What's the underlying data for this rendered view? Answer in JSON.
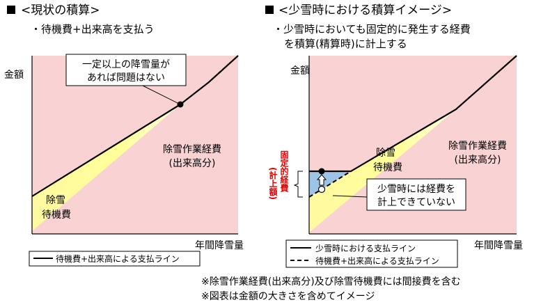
{
  "left": {
    "heading": "<現状の積算>",
    "subheading": "・待機費+出来高を支払う",
    "y_label": "金額",
    "x_label": "年間降雪量",
    "callout": [
      "一定以上の降雪量が",
      "あれば問題はない"
    ],
    "region_yellow": [
      "除雪",
      "待機費"
    ],
    "region_pink": [
      "除雪作業経費",
      "(出来高分)"
    ],
    "legend": {
      "solid": "待機費+出来高による支払ライン"
    }
  },
  "right": {
    "heading": "<少雪時における積算イメージ>",
    "subheading": [
      "・少雪時においても固定的に発生する経費",
      "を積算(精算時)に計上する"
    ],
    "y_label": "金額",
    "x_label": "年間降雪量",
    "fixed_label": "固定的経費",
    "fixed_label_paren": "(計上額)",
    "callout": [
      "少雪時には経費を",
      "計上できていない"
    ],
    "region_yellow": [
      "除雪",
      "待機費"
    ],
    "region_pink": [
      "除雪作業経費",
      "(出来高分)"
    ],
    "legend": {
      "solid": "少雪時における支払ライン",
      "dashed": "待機費+出来高による支払ライン"
    }
  },
  "notes": [
    "※除雪作業経費(出来高分)及び除雪待機費には間接費を含む",
    "※図表は金額の大きさを含めてイメージ"
  ],
  "colors": {
    "pink": "#f9d3d3",
    "yellow": "#ffff99",
    "blue": "#9dc3e6",
    "red_label": "#e60000"
  },
  "icons": {
    "bullet": "black-square-bullet",
    "arrow": "hollow-up-arrow"
  }
}
